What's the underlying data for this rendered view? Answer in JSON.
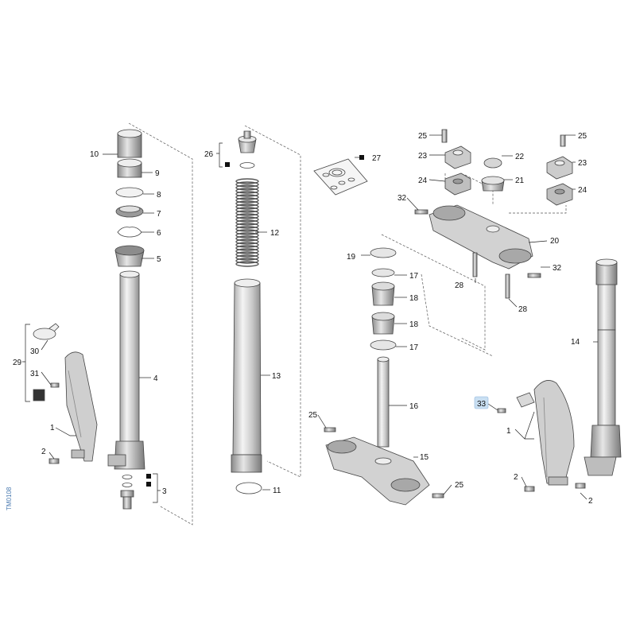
{
  "drawing_code": "TM0108",
  "callouts": [
    "1",
    "2",
    "3",
    "4",
    "5",
    "6",
    "7",
    "8",
    "9",
    "10",
    "11",
    "12",
    "13",
    "14",
    "15",
    "16",
    "17",
    "18",
    "19",
    "20",
    "21",
    "22",
    "23",
    "24",
    "25",
    "26",
    "27",
    "28",
    "29",
    "30",
    "31",
    "32",
    "33"
  ],
  "highlighted_callout": "33",
  "colors": {
    "line": "#222222",
    "part_fill": "#d9d9d9",
    "highlight": "#c9dff2",
    "side_label": "#4a7ab0"
  },
  "icons": [
    "kit-square-icon"
  ]
}
